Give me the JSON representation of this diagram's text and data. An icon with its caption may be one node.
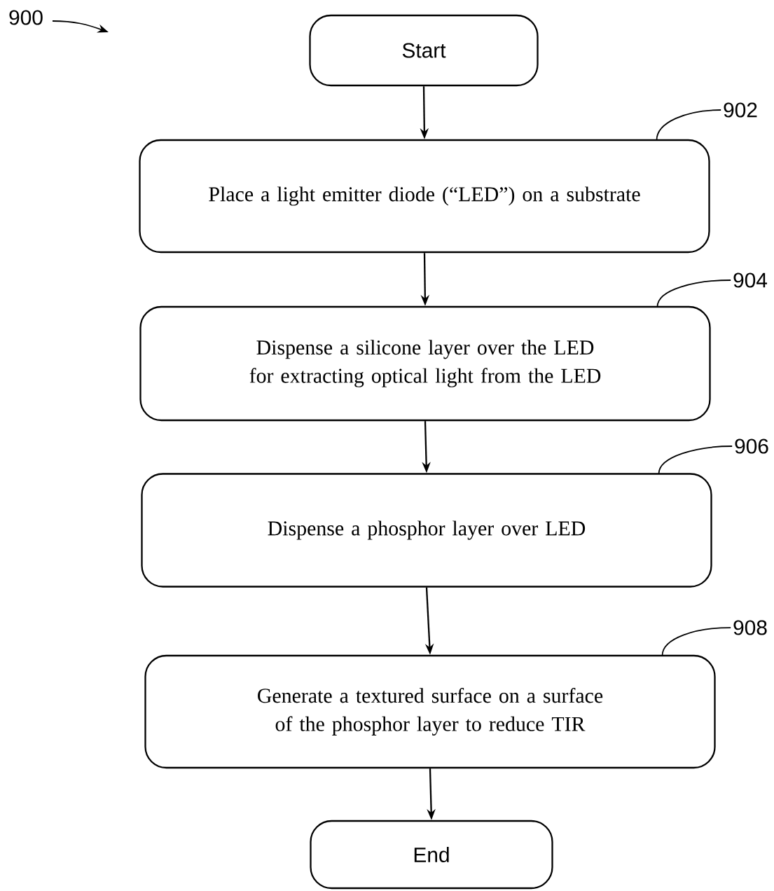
{
  "diagram": {
    "nodes": [
      {
        "text": [
          "Start"
        ]
      },
      {
        "text": [
          "Place a light emitter diode (“LED”) on a substrate"
        ]
      },
      {
        "text": [
          "Dispense a silicone layer over the LED for extracting optical light from the LED"
        ]
      },
      {
        "text": [
          "Dispense a phosphor layer over LED"
        ]
      },
      {
        "text": [
          "Generate a textured surface on a surface of the phosphor layer to reduce TIR"
        ]
      },
      {
        "text": [
          "End"
        ]
      },
      {
        "text": [
          "902"
        ]
      },
      {
        "text": [
          "904"
        ]
      },
      {
        "text": [
          "906"
        ]
      },
      {
        "text": [
          "908"
        ]
      }
    ],
    "edges": [
      {
        "from": 0,
        "to": 1,
        "arrow": "to"
      },
      {
        "from": 1,
        "to": 2,
        "arrow": "to"
      },
      {
        "from": 2,
        "to": 3,
        "arrow": "to"
      },
      {
        "from": 3,
        "to": 4,
        "arrow": "to"
      },
      {
        "from": 4,
        "to": 5,
        "arrow": "to"
      },
      {
        "from": 6,
        "to": 1,
        "arrow": "none"
      },
      {
        "from": 7,
        "to": 2,
        "arrow": "none"
      },
      {
        "from": 8,
        "to": 3,
        "arrow": "none"
      },
      {
        "from": 9,
        "to": 4,
        "arrow": "none"
      }
    ],
    "labels": [
      "900"
    ]
  }
}
